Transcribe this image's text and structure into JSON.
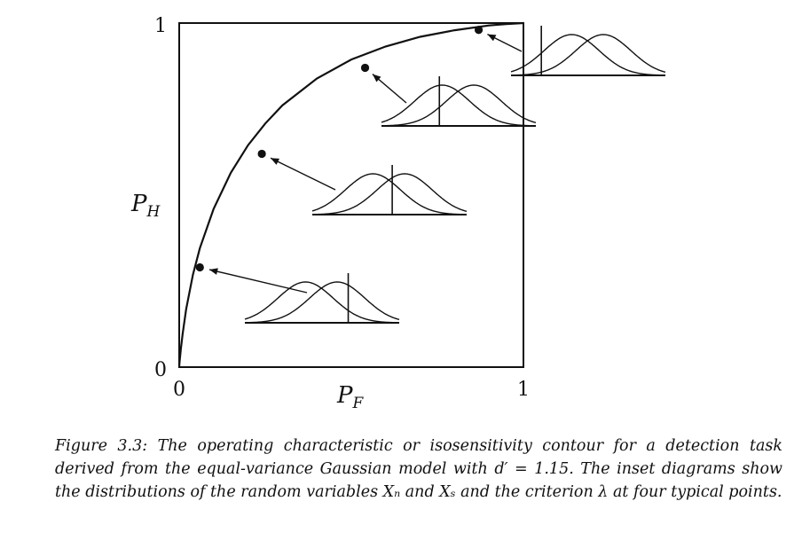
{
  "chart_data": {
    "type": "line",
    "xlabel": "P",
    "xlabel_sub": "F",
    "ylabel": "P",
    "ylabel_sub": "H",
    "xlim": [
      0,
      1
    ],
    "ylim": [
      0,
      1
    ],
    "x_ticks": [
      "0",
      "1"
    ],
    "y_ticks": [
      "0",
      "1"
    ],
    "d_prime": 1.15,
    "grid": false,
    "series": [
      {
        "x": [
          0,
          0.001,
          0.005,
          0.01,
          0.02,
          0.04,
          0.06,
          0.1,
          0.15,
          0.2,
          0.25,
          0.3,
          0.4,
          0.5,
          0.6,
          0.7,
          0.8,
          0.9,
          0.95,
          1
        ],
        "values": [
          0,
          0.015,
          0.054,
          0.097,
          0.168,
          0.269,
          0.346,
          0.46,
          0.565,
          0.645,
          0.708,
          0.761,
          0.839,
          0.894,
          0.932,
          0.96,
          0.979,
          0.993,
          0.997,
          1
        ]
      }
    ],
    "highlighted_points": [
      {
        "x": 0.06,
        "y": 0.29
      },
      {
        "x": 0.24,
        "y": 0.62
      },
      {
        "x": 0.54,
        "y": 0.87
      },
      {
        "x": 0.87,
        "y": 0.98
      }
    ],
    "insets": [
      {
        "criterion": 1.55,
        "noise_mean": 0,
        "signal_mean": 1.15
      },
      {
        "criterion": 0.7,
        "noise_mean": 0,
        "signal_mean": 1.15
      },
      {
        "criterion": -0.1,
        "noise_mean": 0,
        "signal_mean": 1.15
      },
      {
        "criterion": -1.1,
        "noise_mean": 0,
        "signal_mean": 1.15
      }
    ]
  },
  "caption": {
    "text": "Figure 3.3: The operating characteristic or isosensitivity contour for a detection task derived from the equal-variance Gaussian model with d′ = 1.15. The inset diagrams show the distributions of the random variables Xₙ and Xₛ and the criterion λ at four typical points."
  }
}
